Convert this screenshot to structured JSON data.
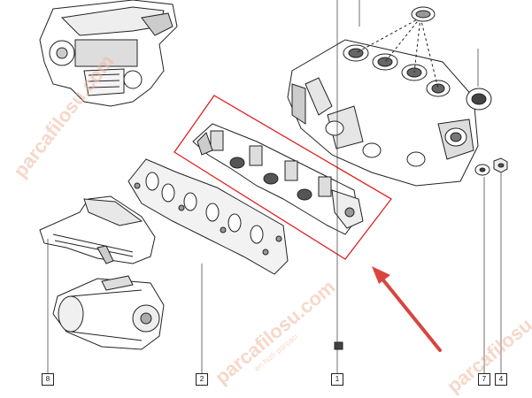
{
  "callouts": {
    "c8": "8",
    "c2": "2",
    "c1": "1",
    "c7": "7",
    "c4": "4"
  },
  "watermarks": {
    "brand": "parcafilosu.com",
    "tagline": "en hızlı parçacı"
  },
  "colors": {
    "highlight_box": "#e02020",
    "arrow": "#d9453f",
    "line_art": "#222222",
    "watermark": "#f0b89e"
  },
  "highlighted_part": "exhaust manifold"
}
